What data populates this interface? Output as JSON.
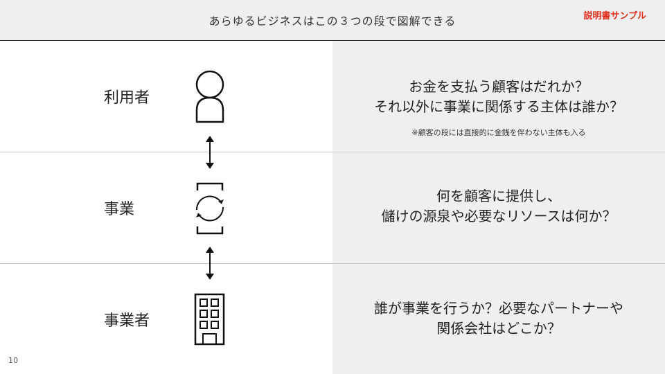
{
  "header": {
    "title": "あらゆるビジネスはこの３つの段で図解できる",
    "sample_badge": "説明書サンプル"
  },
  "rows": [
    {
      "label": "利用者",
      "icon": "person-icon",
      "description": "お金を支払う顧客はだれか？\nそれ以外に事業に関係する主体は誰か？",
      "note": "※顧客の段には直接的に金銭を伴わない主体も入る"
    },
    {
      "label": "事業",
      "icon": "cycle-icon",
      "description": "何を顧客に提供し、\n儲けの源泉や必要なリソースは何か？"
    },
    {
      "label": "事業者",
      "icon": "building-icon",
      "description": "誰が事業を行うか？必要なパートナーや\n関係会社はどこか？"
    }
  ],
  "connectors": [
    "double-arrow-icon",
    "double-arrow-icon"
  ],
  "page_number": "10",
  "colors": {
    "header_bg": "#efefef",
    "panel_bg": "#efefef",
    "accent": "#e03020",
    "divider": "#c8c8c8"
  }
}
